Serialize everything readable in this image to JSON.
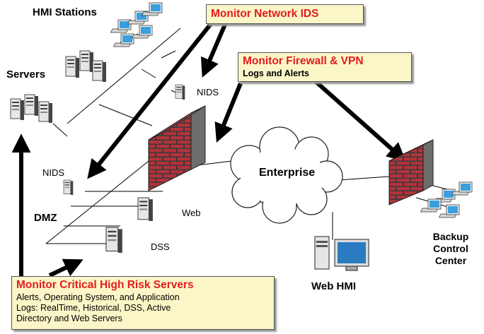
{
  "labels": {
    "hmi_stations": "HMI Stations",
    "servers": "Servers",
    "nids_top": "NIDS",
    "nids_left": "NIDS",
    "dmz": "DMZ",
    "web": "Web",
    "dss": "DSS",
    "enterprise": "Enterprise",
    "web_hmi": "Web HMI",
    "backup_line1": "Backup",
    "backup_line2": "Control",
    "backup_line3": "Center"
  },
  "callouts": {
    "network_ids": {
      "title": "Monitor Network IDS"
    },
    "firewall_vpn": {
      "title": "Monitor Firewall & VPN",
      "subtitle": "Logs and Alerts"
    },
    "critical_servers": {
      "title": "Monitor Critical High Risk Servers",
      "line1": "Alerts, Operating System, and Application",
      "line2": "Logs:  RealTime, Historical, DSS, Active",
      "line3": "Directory and Web Servers"
    }
  },
  "colors": {
    "callout_fill": "#fbf6c7",
    "callout_title": "#e11d1d",
    "brick": "#b3323a",
    "mortar": "#3a3a3a",
    "arrow": "#000000"
  },
  "icons": [
    "workstation-icon",
    "server-tower-icon",
    "firewall-icon",
    "cloud-icon",
    "web-hmi-computer-icon"
  ]
}
